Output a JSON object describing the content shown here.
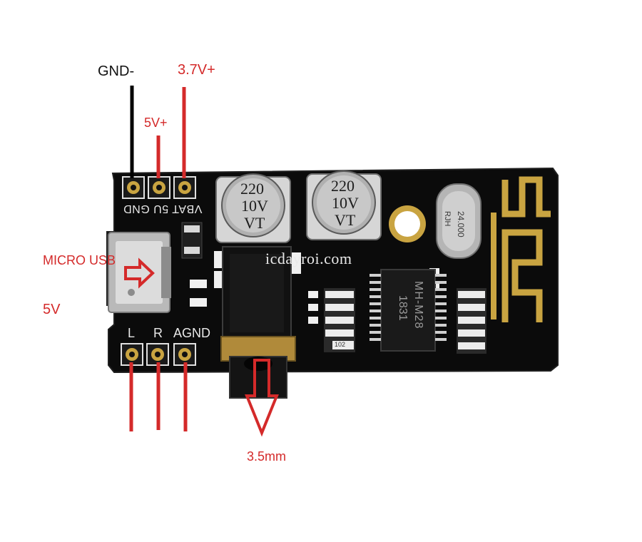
{
  "colors": {
    "pcb": "#0b0b0b",
    "pcb_edge": "#1c1c1c",
    "silk": "#e8e8e8",
    "pin_label": "#d42a2a",
    "gnd_wire": "#000000",
    "signal_wire": "#d42a2a",
    "arrow": "#d42a2a"
  },
  "labels": {
    "gnd": "GND-",
    "v37": "3.7V+",
    "v5": "5V+",
    "micro_usb": "MICRO USB",
    "usb_5v": "5V",
    "jack": "3.5mm"
  },
  "silkscreen": {
    "top_pins": "VBAT 5U GND",
    "bottom_l": "L",
    "bottom_r": "R",
    "bottom_agnd": "AGND",
    "cap_value": "220",
    "cap_voltage": "10V",
    "cap_series": "VT",
    "chip": "MH-M28",
    "chip_code": "1831",
    "crystal": "24.000",
    "crystal_mark": "RJH",
    "smd_code": "102"
  },
  "watermark": "icdayroi.com"
}
